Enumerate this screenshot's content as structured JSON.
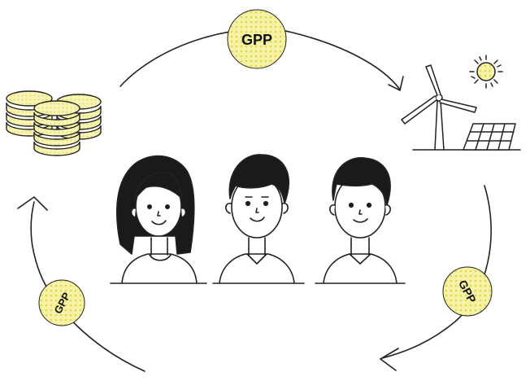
{
  "diagram": {
    "title": "",
    "badges": [
      {
        "id": "top",
        "label": "GPP"
      },
      {
        "id": "right",
        "label": "GPP"
      },
      {
        "id": "left",
        "label": "GPP"
      }
    ],
    "nodes": [
      {
        "id": "coins",
        "icon": "coin-stacks-icon"
      },
      {
        "id": "energy",
        "icon": "renewable-energy-icon",
        "parts": [
          "wind-turbine-icon",
          "solar-panel-icon",
          "sun-icon"
        ]
      },
      {
        "id": "people",
        "icon": "people-group-icon",
        "count": 3
      }
    ],
    "colors": {
      "badge_fill": "#f4ef9a",
      "badge_dot": "#e3dc4a",
      "coin_fill": "#f6f1a6",
      "line": "#222222"
    }
  }
}
